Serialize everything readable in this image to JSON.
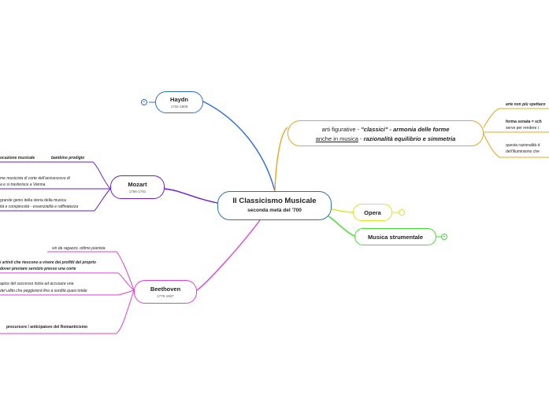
{
  "central": {
    "title": "Il Classicismo Musicale",
    "subtitle": "seconda metà del '700"
  },
  "haydn": {
    "name": "Haydn",
    "years": "1732-1809",
    "fold": "+"
  },
  "mozart": {
    "name": "Mozart",
    "years": "1756-1791",
    "items": [
      "ocazione musicale",
      "bambino prodigio",
      "me musicista di corte dell'arcivescovo di",
      "a e si trasferisce a Vienna",
      "grande genio della storia della musica",
      "ità e complessità - essenzialità e raffinatezza"
    ]
  },
  "beethoven": {
    "name": "Beethoven",
    "years": "1770-1827",
    "items": [
      "sin da ragazzo, ottimo pianista",
      "i artisti che riescono a vivere dei profitti del proprio",
      "dover prestare servizio presso una corte",
      "apice del successo inizia ad accusare una",
      "del udito che peggiorerà fino a sordità quasi totale",
      "precursore / anticipatore del Romanticismo"
    ]
  },
  "arts": {
    "line1_plain": "arti figurative - ",
    "line1_italic": "\"classici\" - armonia delle forme",
    "line2_underlined": "anche in musica",
    "line2_plain": " - ",
    "line2_italic": "razionalità equilibrio e simmetria",
    "items": [
      "arte non più spettaco",
      "forma sonata = sch",
      "serve per rendere i",
      "questa razionalità d",
      "dell'illuminismo che"
    ]
  },
  "opera": {
    "name": "Opera"
  },
  "strumentale": {
    "name": "Musica strumentale",
    "fold": "+"
  },
  "colors": {
    "central": "#2d6fbf",
    "haydn": "#2b6cf0",
    "mozart": "#6a1bd6",
    "beethoven": "#e33fd9",
    "arts": "#f0a21f",
    "opera": "#d8e81c",
    "strumentale": "#3fe12a"
  }
}
